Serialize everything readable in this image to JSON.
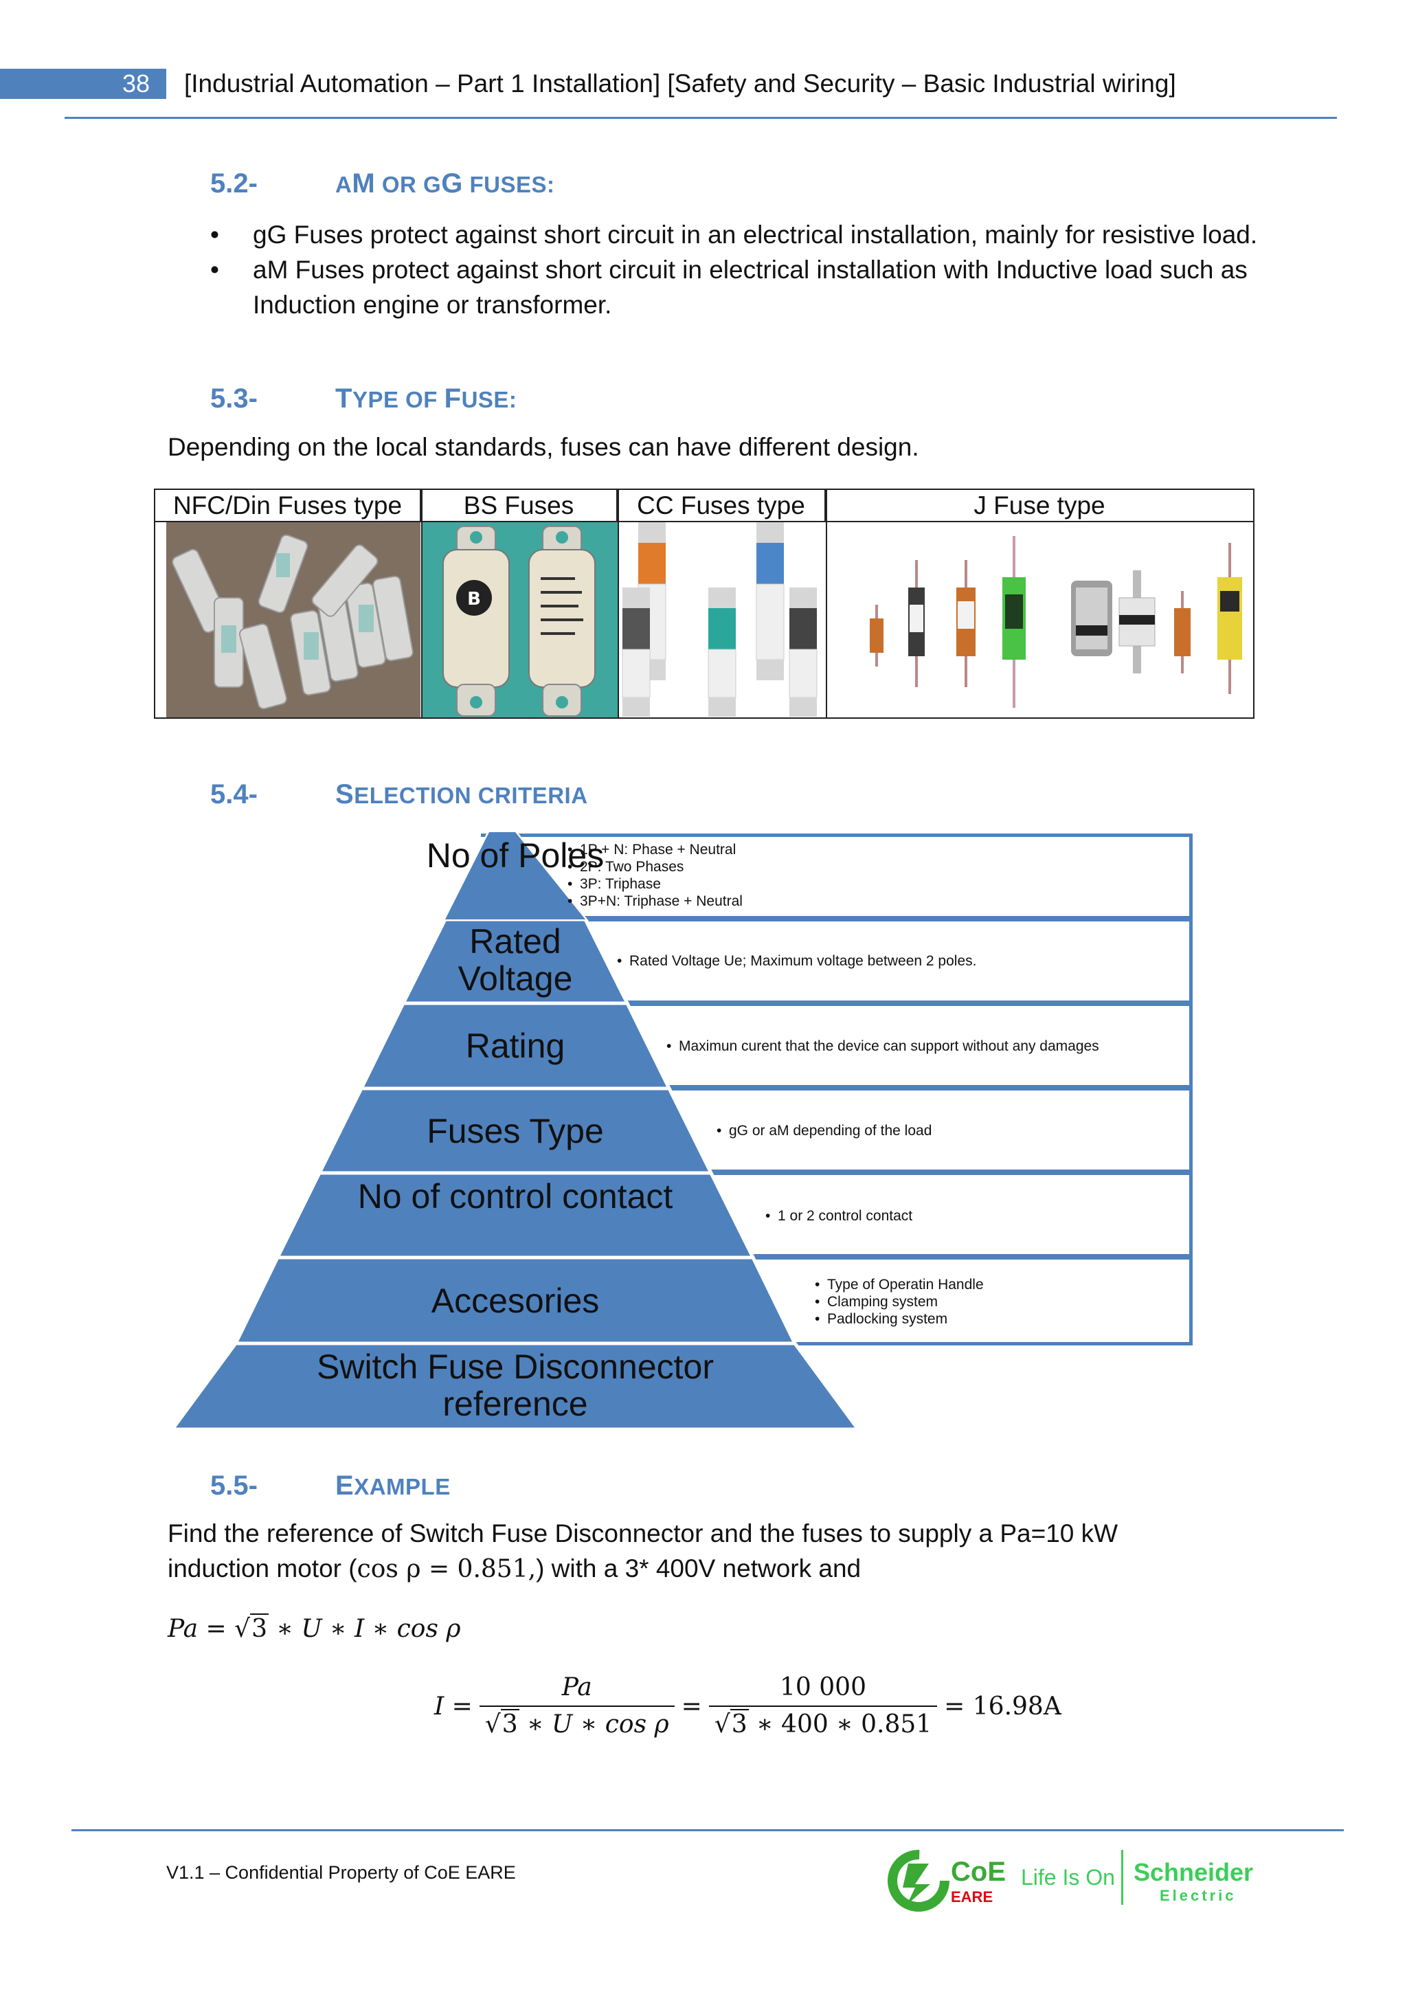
{
  "header": {
    "page_number": "38",
    "title": "[Industrial Automation – Part 1 Installation]  [Safety and Security – Basic Industrial wiring]"
  },
  "sections": {
    "s52": {
      "number": "5.2-",
      "title_a": "A",
      "title_M": "M",
      "title_or": " OR ",
      "title_g": "G",
      "title_G": "G",
      "title_fuses": " FUSES:",
      "bullets": [
        "gG Fuses protect against short circuit in an electrical installation, mainly for resistive load.",
        "aM Fuses protect against short circuit in electrical installation with Inductive load such as Induction engine or transformer."
      ]
    },
    "s53": {
      "number": "5.3-",
      "title_T": "T",
      "title_rest1": "YPE OF ",
      "title_F": "F",
      "title_rest2": "USE:",
      "intro": "Depending on the local standards, fuses can have different design.",
      "table_headers": [
        "NFC/Din Fuses type",
        "BS Fuses",
        "CC Fuses type",
        "J Fuse type"
      ]
    },
    "s54": {
      "number": "5.4-",
      "title_S": "S",
      "title_rest": "ELECTION CRITERIA",
      "pyramid": [
        {
          "label": "No of Poles",
          "items": [
            "1P + N: Phase + Neutral",
            "2P: Two Phases",
            "3P: Triphase",
            "3P+N: Triphase + Neutral"
          ]
        },
        {
          "label": "Rated Voltage",
          "items": [
            "Rated Voltage Ue; Maximum voltage between 2 poles."
          ]
        },
        {
          "label": "Rating",
          "items": [
            "Maximun curent that the device can support without any damages"
          ]
        },
        {
          "label": "Fuses Type",
          "items": [
            "gG or aM depending of the load"
          ]
        },
        {
          "label": "No of control contact",
          "items": [
            "1 or 2 control contact"
          ]
        },
        {
          "label": "Accesories",
          "items": [
            "Type of Operatin Handle",
            "Clamping system",
            "Padlocking system"
          ]
        },
        {
          "label": "Switch Fuse Disconnector reference",
          "items": []
        }
      ]
    },
    "s55": {
      "number": "5.5-",
      "title_E": "E",
      "title_rest": "XAMPLE",
      "line1": "Find the reference of Switch Fuse Disconnector and the fuses to supply a Pa=10 kW",
      "line2_a": "induction motor (",
      "line2_math": "cos ρ = 0.851,",
      "line2_b": ") with a 3* 400V network and",
      "formula1": {
        "lhs": "Pa",
        "eq": " = ",
        "sqrt": "3",
        "rest": " ∗ U ∗ I ∗ cos ρ"
      },
      "formula2": {
        "lhs": "I =",
        "num1": "Pa",
        "den1_sqrt": "3",
        "den1_rest": " ∗ U ∗ cos ρ",
        "eq": "=",
        "num2": "10 000",
        "den2_sqrt": "3",
        "den2_rest": " ∗ 400 ∗ 0.851",
        "result": "= 16.98A"
      }
    }
  },
  "footer": {
    "text": "V1.1 – Confidential Property of CoE EARE",
    "coe": "CoE",
    "eare": "EARE",
    "tagline": "Life Is On",
    "schneider": "Schneider",
    "electric": "Electric"
  },
  "colors": {
    "accent": "#4f81bd",
    "coe_green": "#3aaa35",
    "coe_red": "#e30613",
    "schneider_green": "#3dcd58"
  }
}
